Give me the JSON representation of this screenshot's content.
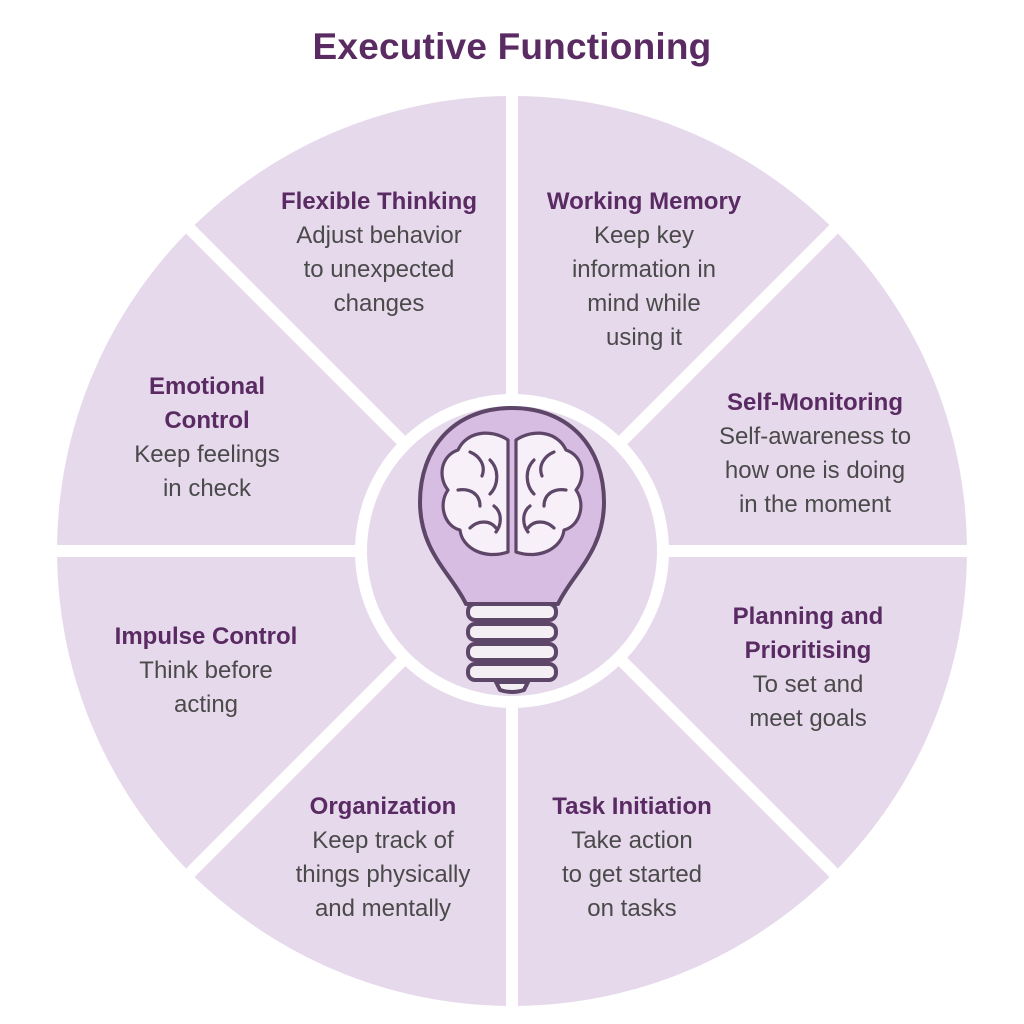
{
  "title": "Executive Functioning",
  "colors": {
    "title": "#5a2a63",
    "segment_fill": "#e6d9ec",
    "bulb_fill": "#d8bde2",
    "icon_stroke": "#5e4668",
    "brain_fill": "#f7f0f8",
    "body_text": "#4a4a4a"
  },
  "center_icon": "lightbulb-brain-icon",
  "segments": [
    {
      "title": "Flexible Thinking",
      "desc": "Adjust behavior\nto unexpected\nchanges"
    },
    {
      "title": "Working Memory",
      "desc": "Keep key\ninformation in\nmind while\nusing it"
    },
    {
      "title": "Self-Monitoring",
      "desc": "Self-awareness to\nhow one is doing\nin the moment"
    },
    {
      "title": "Planning and\nPrioritising",
      "desc": "To set and\nmeet goals"
    },
    {
      "title": "Task Initiation",
      "desc": "Take action\nto get started\non tasks"
    },
    {
      "title": "Organization",
      "desc": "Keep track of\nthings physically\nand mentally"
    },
    {
      "title": "Impulse Control",
      "desc": "Think before\nacting"
    },
    {
      "title": "Emotional\nControl",
      "desc": "Keep feelings\nin check"
    }
  ]
}
